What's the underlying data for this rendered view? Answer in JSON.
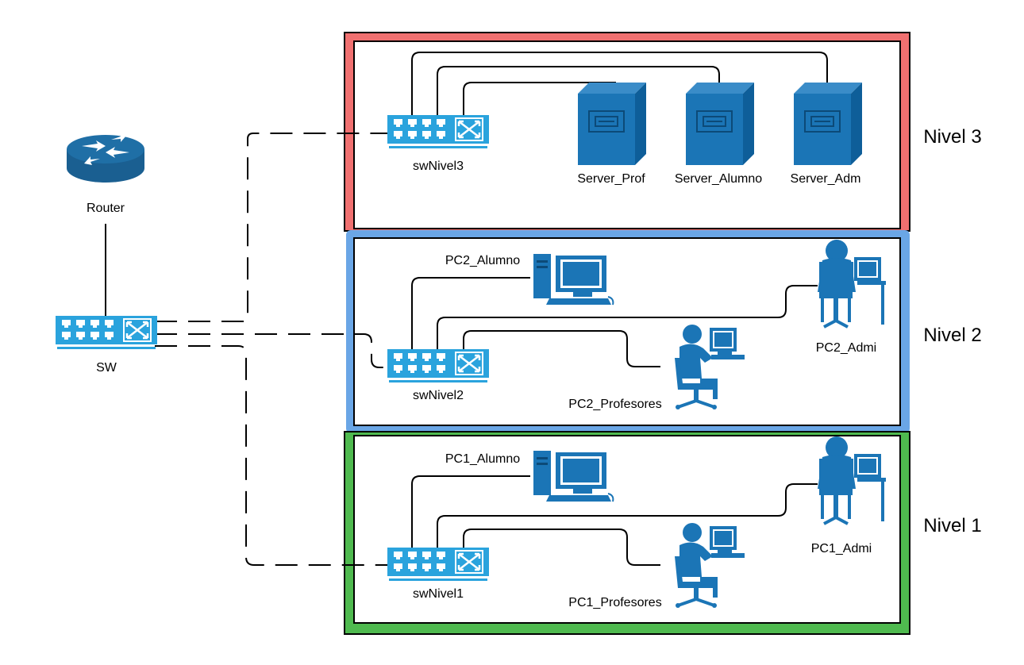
{
  "colors": {
    "device_blue": "#1b75b6",
    "switch_blue": "#2aa3dd",
    "router_blue": "#1f6fa6",
    "level3_border": "#f07070",
    "level2_border": "#6aa6e6",
    "level1_border": "#4fba4f"
  },
  "core": {
    "router_label": "Router",
    "switch_label": "SW"
  },
  "levels": {
    "level3": {
      "title": "Nivel 3",
      "switch_label": "swNivel3",
      "servers": [
        "Server_Prof",
        "Server_Alumno",
        "Server_Adm"
      ]
    },
    "level2": {
      "title": "Nivel 2",
      "switch_label": "swNivel2",
      "pc_alumno": "PC2_Alumno",
      "pc_profesores": "PC2_Profesores",
      "pc_admi": "PC2_Admi"
    },
    "level1": {
      "title": "Nivel 1",
      "switch_label": "swNivel1",
      "pc_alumno": "PC1_Alumno",
      "pc_profesores": "PC1_Profesores",
      "pc_admi": "PC1_Admi"
    }
  },
  "icons": [
    "router-icon",
    "switch-icon",
    "server-icon",
    "workstation-icon",
    "operator-icon",
    "seated-user-icon"
  ]
}
